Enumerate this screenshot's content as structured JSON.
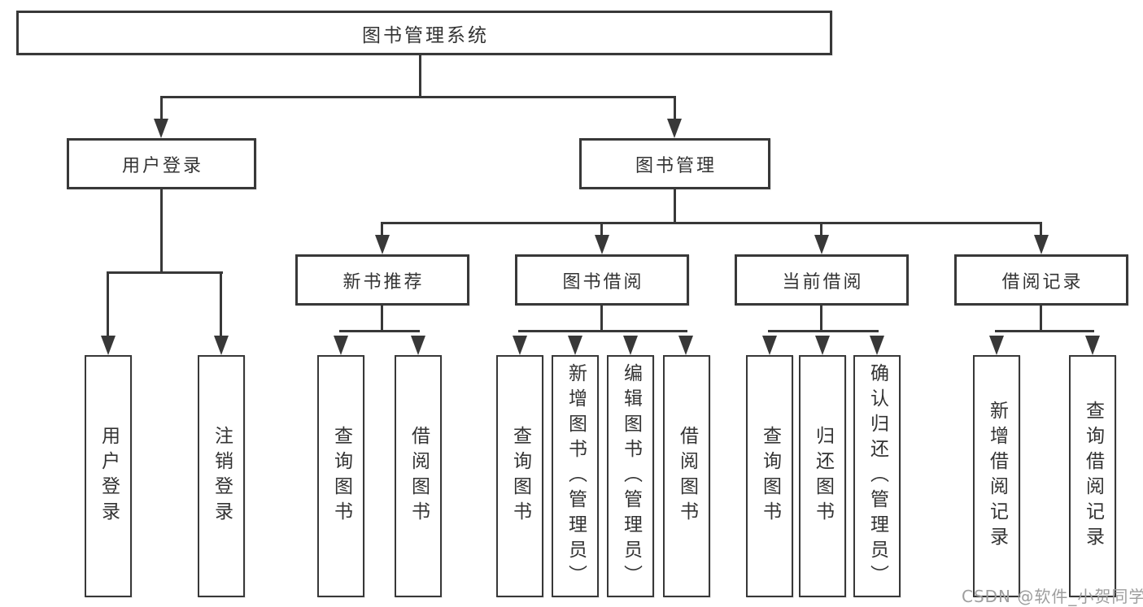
{
  "diagram": {
    "type": "feature-tree",
    "tree": {
      "label": "图书管理系统",
      "children": [
        {
          "label": "用户登录",
          "children": [
            {
              "label": "用户登录"
            },
            {
              "label": "注销登录"
            }
          ]
        },
        {
          "label": "图书管理",
          "children": [
            {
              "label": "新书推荐",
              "children": [
                {
                  "label": "查询图书"
                },
                {
                  "label": "借阅图书"
                }
              ]
            },
            {
              "label": "图书借阅",
              "children": [
                {
                  "label": "查询图书"
                },
                {
                  "label": "新增图书（管理员）"
                },
                {
                  "label": "编辑图书（管理员）"
                },
                {
                  "label": "借阅图书"
                }
              ]
            },
            {
              "label": "当前借阅",
              "children": [
                {
                  "label": "查询图书"
                },
                {
                  "label": "归还图书"
                },
                {
                  "label": "确认归还（管理员）"
                }
              ]
            },
            {
              "label": "借阅记录",
              "children": [
                {
                  "label": "新增借阅记录"
                },
                {
                  "label": "查询借阅记录"
                }
              ]
            }
          ]
        }
      ]
    }
  },
  "watermark": {
    "text": "CSDN @软件_小贺同学"
  },
  "colors": {
    "line": "#383838",
    "text": "#333333",
    "background": "#ffffff",
    "watermark": "#9e9e9e"
  }
}
